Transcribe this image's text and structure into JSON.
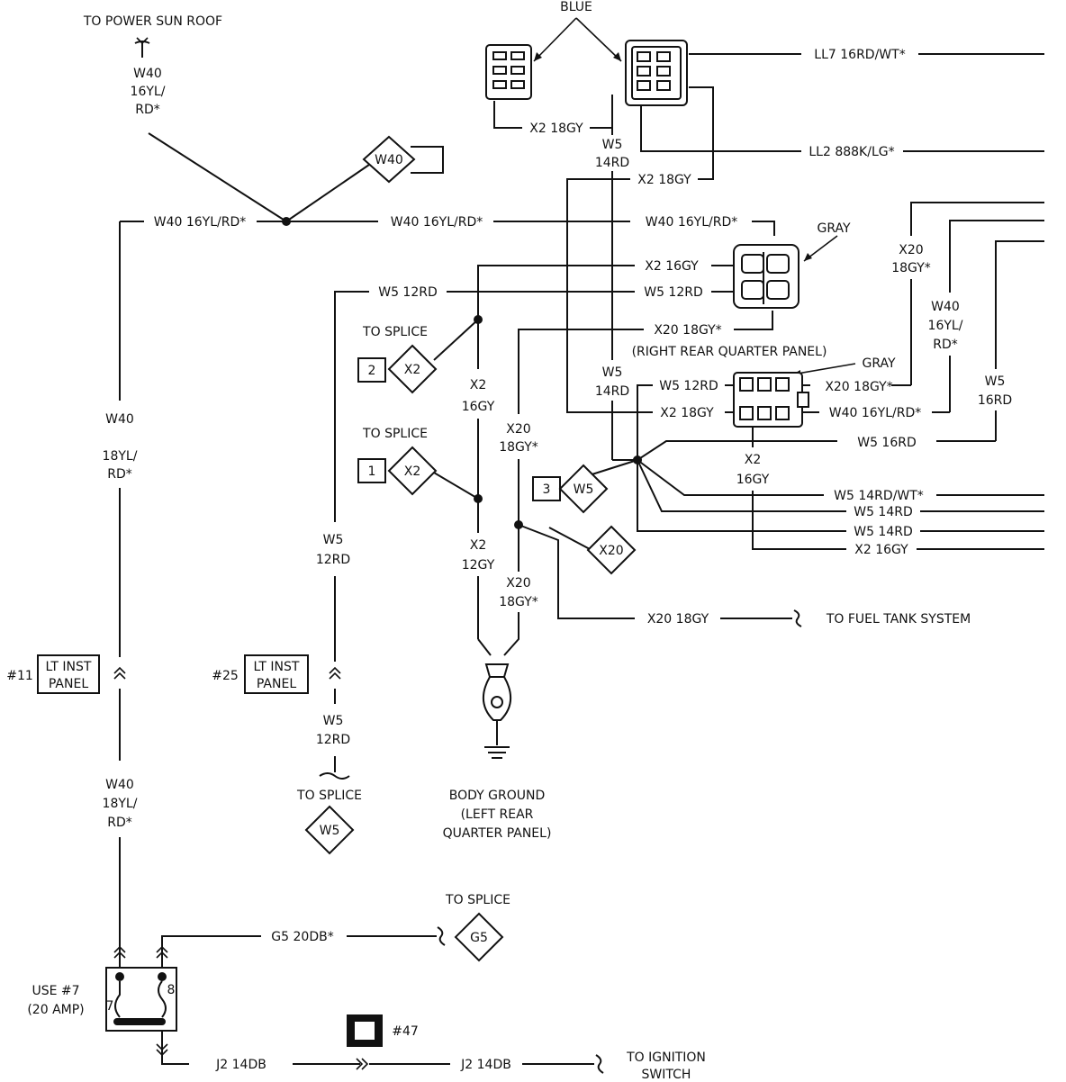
{
  "labels": {
    "blue": "BLUE",
    "gray_top": "GRAY",
    "gray_mid": "GRAY",
    "to_power_sun_roof": "TO POWER SUN ROOF",
    "w40_l1": "W40",
    "w40_l2": "16YL/",
    "w40_l3": "RD*",
    "ll7": "LL7 16RD/WT*",
    "ll2": "LL2 888K/LG*",
    "x2_18gy_a": "X2 18GY",
    "x2_18gy_b": "X2 18GY",
    "w5_14rd_top_1": "W5",
    "w5_14rd_top_2": "14RD",
    "w40_16ylrd_left": "W40 16YL/RD*",
    "w40_16ylrd_mid": "W40 16YL/RD*",
    "w40_16ylrd_right": "W40 16YL/RD*",
    "x2_16gy_h": "X2 16GY",
    "w5_12rd_left": "W5 12RD",
    "w5_12rd_right": "W5 12RD",
    "x20_18gy_h": "X20 18GY*",
    "right_rear_qp": "(RIGHT REAR QUARTER PANEL)",
    "to_splice_2": "TO SPLICE",
    "to_splice_1": "TO SPLICE",
    "x2_16gy_v1": "X2",
    "x2_16gy_v2": "16GY",
    "x20_18gy_v1": "X20",
    "x20_18gy_v2": "18GY*",
    "w5_14rd_mid_1": "W5",
    "w5_14rd_mid_2": "14RD",
    "w5_12rd_c": "W5 12RD",
    "x2_18gy_c": "X2 18GY",
    "x20_18gy_c": "X20 18GY*",
    "w40_16ylrd_c": "W40 16YL/RD*",
    "x20_18gy_r1": "X20",
    "x20_18gy_r2": "18GY*",
    "w40_r1": "W40",
    "w40_r2": "16YL/",
    "w40_r3": "RD*",
    "w5_16rd_r1": "W5",
    "w5_16rd_r2": "16RD",
    "w5_16rd_h": "W5 16RD",
    "x2_16gy_c1": "X2",
    "x2_16gy_c2": "16GY",
    "w5_14rdwt": "W5 14RD/WT*",
    "w5_14rd_a": "W5 14RD",
    "w5_14rd_b": "W5 14RD",
    "x2_16gy_out": "X2 16GY",
    "w40_18yl_1a": "W40",
    "w40_18yl_1b": "18YL/",
    "w40_18yl_1c": "RD*",
    "w5_12rd_v1": "W5",
    "w5_12rd_v2": "12RD",
    "x2_12gy_1": "X2",
    "x2_12gy_2": "12GY",
    "x20_18gy_low1": "X20",
    "x20_18gy_low2": "18GY*",
    "x20_18gy_fuel": "X20 18GY",
    "to_fuel_tank": "TO FUEL TANK SYSTEM",
    "num_11": "#11",
    "lt_inst_1a": "LT INST",
    "lt_inst_1b": "PANEL",
    "num_25": "#25",
    "lt_inst_2a": "LT INST",
    "lt_inst_2b": "PANEL",
    "w5_12rd_low1": "W5",
    "w5_12rd_low2": "12RD",
    "to_splice_w5": "TO SPLICE",
    "body_ground_1": "BODY GROUND",
    "body_ground_2": "(LEFT REAR",
    "body_ground_3": "QUARTER PANEL)",
    "w40_18yl_2a": "W40",
    "w40_18yl_2b": "18YL/",
    "w40_18yl_2c": "RD*",
    "to_splice_g5": "TO SPLICE",
    "g5_20db": "G5 20DB*",
    "fuse_1": "USE #7",
    "fuse_2": "(20 AMP)",
    "fuse_pin_7": "7",
    "fuse_pin_8": "8",
    "num_47": "#47",
    "j2_14db_a": "J2 14DB",
    "j2_14db_b": "J2 14DB",
    "to_ign_1": "TO IGNITION",
    "to_ign_2": "SWITCH"
  },
  "splices": {
    "w40": "W40",
    "x2_a": "X2",
    "x2_a_num": "2",
    "x2_b": "X2",
    "x2_b_num": "1",
    "w5_a": "W5",
    "w5_a_num": "3",
    "x20": "X20",
    "w5_b": "W5",
    "g5": "G5"
  },
  "icons": {
    "connector": "connector-icon",
    "ground": "ground-icon",
    "splice": "splice-diamond-icon",
    "fuse": "fuse-icon"
  }
}
